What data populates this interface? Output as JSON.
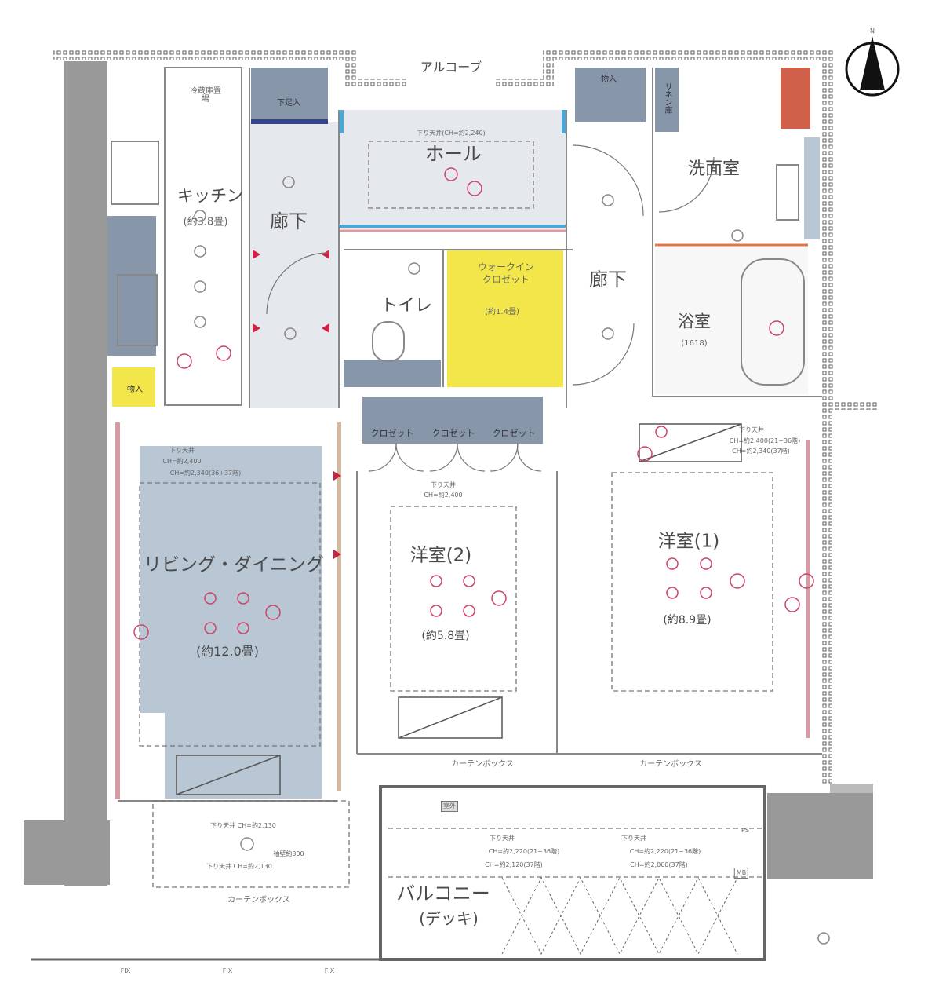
{
  "north": "N",
  "rooms": {
    "alcove": "アルコーブ",
    "hall": "ホール",
    "hall_ceiling": "下り天井(CH=約2,240)",
    "corridor_1": "廊下",
    "corridor_2": "廊下",
    "kitchen": "キッチン",
    "kitchen_size": "(約3.8畳)",
    "fridge": "冷蔵庫置場",
    "shoe_storage": "下足入",
    "storage_1": "物入",
    "linen": "リネン庫",
    "washroom": "洗面室",
    "bathroom": "浴室",
    "bathroom_size": "(1618)",
    "toilet": "トイレ",
    "wic_1": "ウォークイン",
    "wic_2": "クロゼット",
    "wic_size": "(約1.4畳)",
    "storage_2": "物入",
    "closets": [
      "クロゼット",
      "クロゼット",
      "クロゼット"
    ],
    "living": "リビング・ダイニング",
    "living_size": "(約12.0畳)",
    "western2": "洋室(2)",
    "western2_size": "(約5.8畳)",
    "western1": "洋室(1)",
    "western1_size": "(約8.9畳)",
    "balcony": "バルコニー",
    "balcony_sub": "(デッキ)"
  },
  "notes": {
    "living_ceiling": [
      "下り天井",
      "CH=約2,400",
      "CH=約2,340(36+37階)"
    ],
    "w2_ceiling": [
      "下り天井",
      "CH=約2,400"
    ],
    "w1_ceiling": [
      "下り天井",
      "CH=約2,400(21~36階)",
      "CH=約2,340(37階)"
    ],
    "curtain_box_1": "カーテンボックス",
    "curtain_box_2": "カーテンボックス",
    "curtain_box_3": "カーテンボックス",
    "lower_ceiling_a": "下り天井 CH=約2,130",
    "lower_ceiling_b": "下り天井 CH=約2,130",
    "sleeve_wall": "袖壁約300",
    "balc_ceiling_1": [
      "下り天井",
      "CH=約2,220(21~36階)",
      "CH=約2,120(37階)"
    ],
    "balc_ceiling_2": [
      "下り天井",
      "CH=約2,220(21~36階)",
      "CH=約2,060(37階)"
    ],
    "outdoor_unit": "室外",
    "ps": "PS",
    "mb": "MB",
    "fix": [
      "FIX",
      "FIX",
      "FIX"
    ]
  },
  "colors": {
    "blue_fill": "#b9c6d4",
    "dark_blue": "#8797a9",
    "yellow": "#f2e64a",
    "red_marker": "#cc2244",
    "brick": "#c9583f",
    "pink_line": "#d89aa4"
  }
}
